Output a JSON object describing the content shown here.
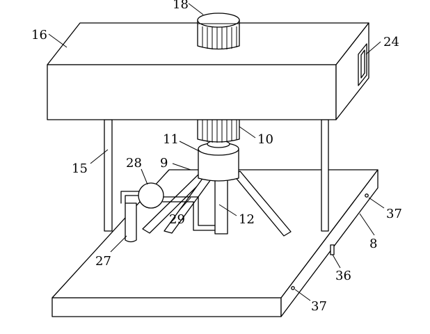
{
  "labels": {
    "l18": "18",
    "l16": "16",
    "l24": "24",
    "l10": "10",
    "l11": "11",
    "l15": "15",
    "l28": "28",
    "l9": "9",
    "l29": "29",
    "l12": "12",
    "l37a": "37",
    "l8": "8",
    "l27": "27",
    "l36": "36",
    "l37b": "37"
  }
}
